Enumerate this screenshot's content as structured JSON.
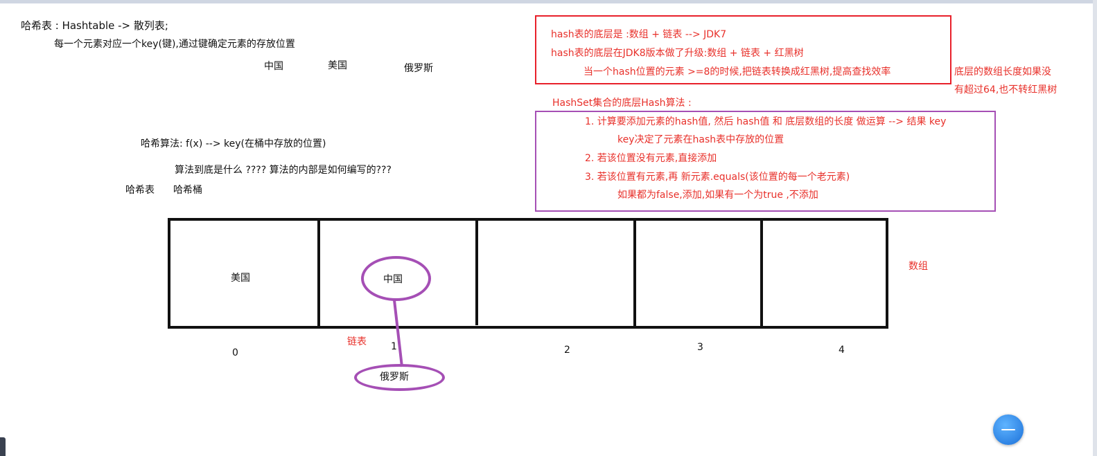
{
  "notes": {
    "line1": "哈希表 : Hashtable -> 散列表;",
    "line2": "每一个元素对应一个key(键),通过键确定元素的存放位置",
    "country1": "中国",
    "country2": "美国",
    "country3": "俄罗斯",
    "hash_algo": "哈希算法: f(x) --> key(在桶中存放的位置)",
    "question": "算法到底是什么 ???? 算法的内部是如何编写的???",
    "term1": "哈希表",
    "term2": "哈希桶"
  },
  "red_box": {
    "line1": "hash表的底层是 :数组 + 链表 --> JDK7",
    "line2": "hash表的底层在JDK8版本做了升级:数组 + 链表 + 红黑树",
    "line3": "当一个hash位置的元素 >=8的时候,把链表转换成红黑树,提高查找效率"
  },
  "side_note": {
    "line1": "底层的数组长度如果没",
    "line2": "有超过64,也不转红黑树"
  },
  "hashset": {
    "title": "HashSet集合的底层Hash算法 :",
    "step1": "1. 计算要添加元素的hash值, 然后 hash值 和 底层数组的长度 做运算 --> 结果 key",
    "step1b": "key决定了元素在hash表中存放的位置",
    "step2": "2. 若该位置没有元素,直接添加",
    "step3": "3. 若该位置有元素,再 新元素.equals(该位置的每一个老元素)",
    "step3b": "如果都为false,添加,如果有一个为true ,不添加"
  },
  "diagram": {
    "array_label": "数组",
    "list_label": "链表",
    "cell0_value": "美国",
    "node1_value": "中国",
    "node2_value": "俄罗斯",
    "indices": [
      "0",
      "1",
      "2",
      "3",
      "4"
    ]
  },
  "colors": {
    "red": "#e8302a",
    "purple": "#a54fb5",
    "border": "#111111"
  }
}
